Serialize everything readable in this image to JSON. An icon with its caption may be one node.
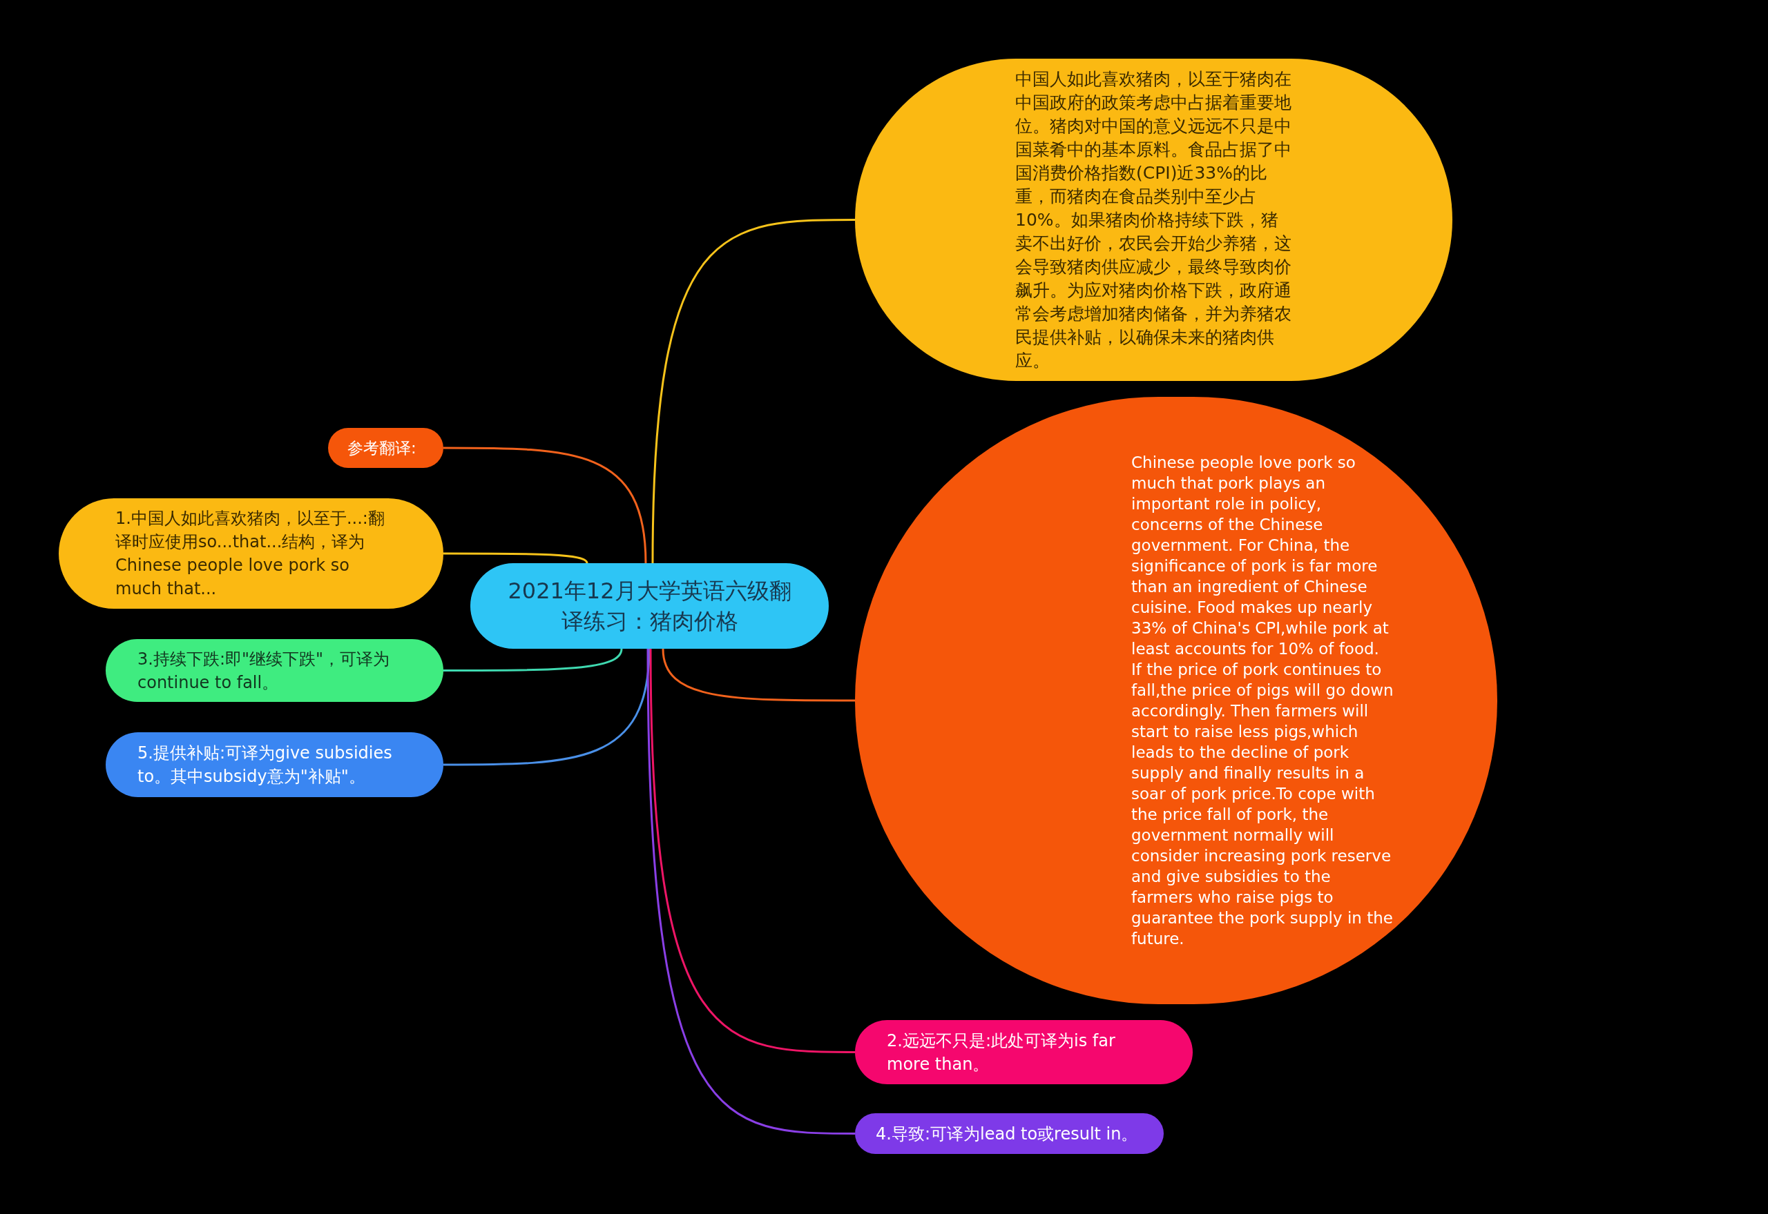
{
  "diagram": {
    "nodes": [
      {
        "text": [
          "2021年12月大学英语六级翻译练习：猪肉价格"
        ]
      },
      {
        "text": [
          "中国人如此喜欢猪肉，以至于猪肉在中国政府的政策考虑中占据着重要地位。猪肉对中国的意义远远不只是中国菜肴中的基本原料。食品占据了中国消费价格指数(CPI)近33%的比重，而猪肉在食品类别中至少占10%。如果猪肉价格持续下跌，猪卖不出好价，农民会开始少养猪，这会导致猪肉供应减少，最终导致肉价飙升。为应对猪肉价格下跌，政府通常会考虑增加猪肉储备，并为养猪农民提供补贴，以确保未来的猪肉供应。"
        ]
      },
      {
        "text": [
          "Chinese people love pork so much that pork plays an important role in policy, concerns of the Chinese government. For China, the significance of pork is far more than an ingredient of Chinese cuisine. Food makes up nearly 33% of China's CPI,while pork at least accounts for 10% of food. If the price of pork continues to fall,the price of pigs will go down accordingly. Then farmers will start to raise less pigs,which leads to the decline of pork supply and finally results in a soar of pork price.To cope with the price fall of pork, the government normally will consider increasing pork reserve and give subsidies to the farmers who raise pigs to guarantee the pork supply in the future."
        ]
      },
      {
        "text": [
          "参考翻译:"
        ]
      },
      {
        "text": [
          "1.中国人如此喜欢猪肉，以至于...:翻译时应使用so...that...结构，译为Chinese people love pork so much that..."
        ]
      },
      {
        "text": [
          "3.持续下跌:即\"继续下跌\"，可译为continue to fall。"
        ]
      },
      {
        "text": [
          "5.提供补贴:可译为give subsidies to。其中subsidy意为\"补贴\"。"
        ]
      },
      {
        "text": [
          "2.远远不只是:此处可译为is far more than。"
        ]
      },
      {
        "text": [
          "4.导致:可译为lead to或result in。"
        ]
      }
    ],
    "edges": [
      {
        "from": 0,
        "to": 1,
        "arrow": "none",
        "color": "#f7c31a"
      },
      {
        "from": 0,
        "to": 2,
        "arrow": "none",
        "color": "#f2621c"
      },
      {
        "from": 0,
        "to": 3,
        "arrow": "none",
        "color": "#f2621c"
      },
      {
        "from": 0,
        "to": 4,
        "arrow": "none",
        "color": "#f7c31a"
      },
      {
        "from": 0,
        "to": 5,
        "arrow": "none",
        "color": "#3fd9b0"
      },
      {
        "from": 0,
        "to": 6,
        "arrow": "none",
        "color": "#4a90e8"
      },
      {
        "from": 0,
        "to": 7,
        "arrow": "none",
        "color": "#ee1566"
      },
      {
        "from": 0,
        "to": 8,
        "arrow": "none",
        "color": "#8a3fe6"
      }
    ]
  }
}
